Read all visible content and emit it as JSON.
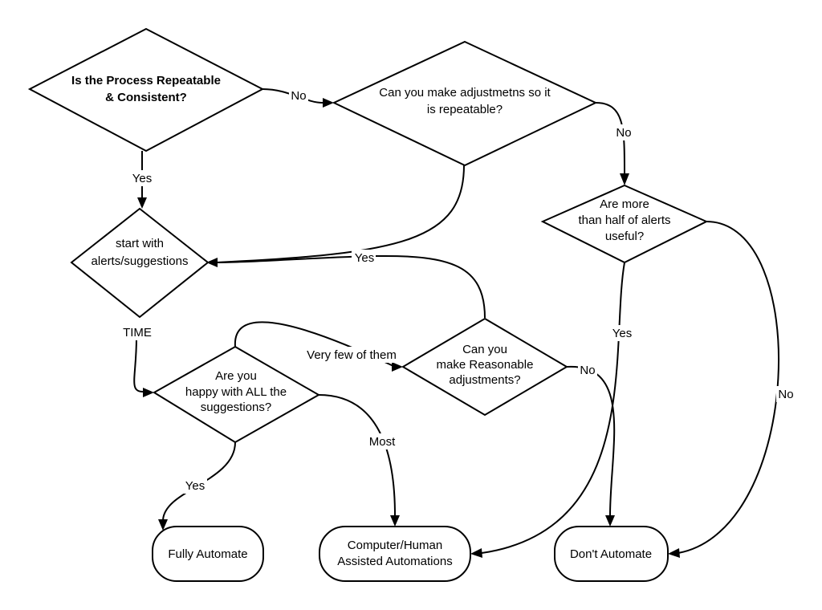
{
  "nodes": {
    "repeatable": {
      "lines": [
        "Is the Process Repeatable",
        "& Consistent?"
      ]
    },
    "adjustments": {
      "lines": [
        "Can you make adjustmetns so it",
        "is repeatable?"
      ]
    },
    "half_alerts": {
      "lines": [
        "Are more",
        "than half of alerts",
        "useful?"
      ]
    },
    "start_with": {
      "lines": [
        "start with",
        "alerts/suggestions"
      ]
    },
    "reasonable": {
      "lines": [
        "Can you",
        "make Reasonable",
        "adjustments?"
      ]
    },
    "happy": {
      "lines": [
        "Are you",
        "happy with ALL the",
        "suggestions?"
      ]
    },
    "fully_automate": {
      "lines": [
        "Fully Automate"
      ]
    },
    "assisted": {
      "lines": [
        "Computer/Human",
        "Assisted Automations"
      ]
    },
    "dont_automate": {
      "lines": [
        "Don't Automate"
      ]
    }
  },
  "edges": {
    "repeatable_no": "No",
    "repeatable_yes": "Yes",
    "adjustments_no": "No",
    "adjustments_yes": "Yes",
    "half_yes": "Yes",
    "half_no": "No",
    "start_time": "TIME",
    "happy_very_few": "Very few of them",
    "happy_most": "Most",
    "happy_yes": "Yes",
    "reasonable_no": "No"
  }
}
